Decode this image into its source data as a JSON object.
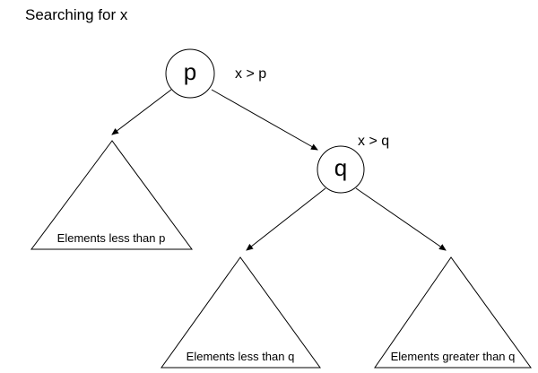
{
  "title": "Searching for x",
  "tree": {
    "root": {
      "label": "p",
      "condition": "x > p"
    },
    "right_child": {
      "label": "q",
      "condition": "x > q"
    },
    "leaves": {
      "less_than_p": "Elements less than p",
      "less_than_q": "Elements less than q",
      "greater_than_q": "Elements greater than q"
    }
  },
  "colors": {
    "stroke": "#000000",
    "text": "#000000",
    "background": "#ffffff"
  }
}
